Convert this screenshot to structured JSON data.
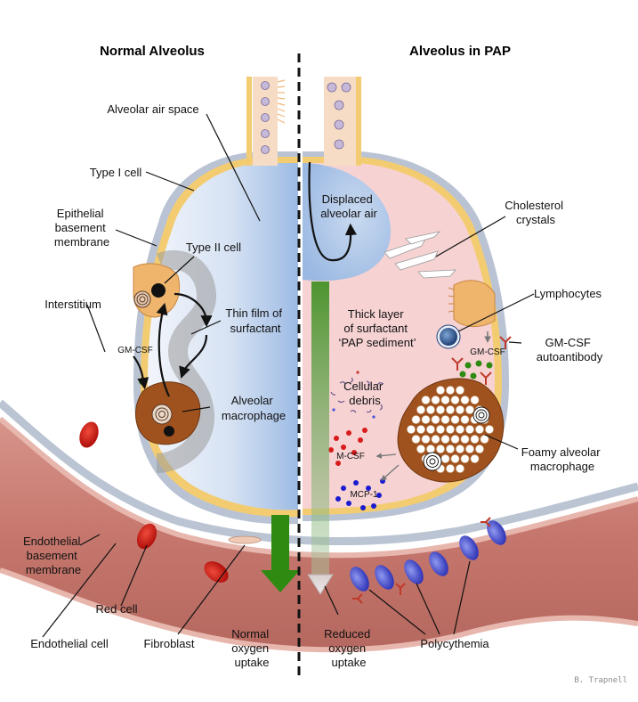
{
  "titles": {
    "left": "Normal Alveolus",
    "right": "Alveolus in PAP"
  },
  "labels": {
    "alveolar_air_space": "Alveolar air space",
    "type1_cell": "Type I cell",
    "epithelial_bm": [
      "Epithelial",
      "basement",
      "membrane"
    ],
    "type2_cell": "Type II cell",
    "interstitium": "Interstitium",
    "thin_film": [
      "Thin film of",
      "surfactant"
    ],
    "gmcsf_left": "GM-CSF",
    "alveolar_macrophage": [
      "Alveolar",
      "macrophage"
    ],
    "endothelial_bm": [
      "Endothelial",
      "basement",
      "membrane"
    ],
    "red_cell": "Red cell",
    "endothelial_cell": "Endothelial cell",
    "fibroblast": "Fibroblast",
    "normal_uptake": [
      "Normal",
      "oxygen",
      "uptake"
    ],
    "displaced_air": [
      "Displaced",
      "alveolar air"
    ],
    "cholesterol": [
      "Cholesterol",
      "crystals"
    ],
    "lymphocytes": "Lymphocytes",
    "thick_layer": [
      "Thick layer",
      "of surfactant",
      "‘PAP sediment’"
    ],
    "gmcsf_right": "GM-CSF",
    "autoantibody": [
      "GM-CSF",
      "autoantibody"
    ],
    "cellular_debris": [
      "Cellular",
      "debris"
    ],
    "foamy_macrophage": [
      "Foamy alveolar",
      "macrophage"
    ],
    "mcsf": "M-CSF",
    "mcp1": "MCP-1",
    "reduced_uptake": [
      "Reduced",
      "oxygen",
      "uptake"
    ],
    "polycythemia": "Polycythemia"
  },
  "credit": "B. Trapnell",
  "colors": {
    "air_blue": "#a9c4e6",
    "pap_pink": "#f6d2d3",
    "membrane_gold": "#f3cc72",
    "vessel": "#c9837a",
    "macrophage_brown": "#a0521e",
    "normal_arrow": "#2f8a12",
    "antibody_red": "#c0392b",
    "mcsf_red": "#d81b1b",
    "mcp1_blue": "#1a1ad0",
    "blue_rbc": "#4a55d6"
  }
}
